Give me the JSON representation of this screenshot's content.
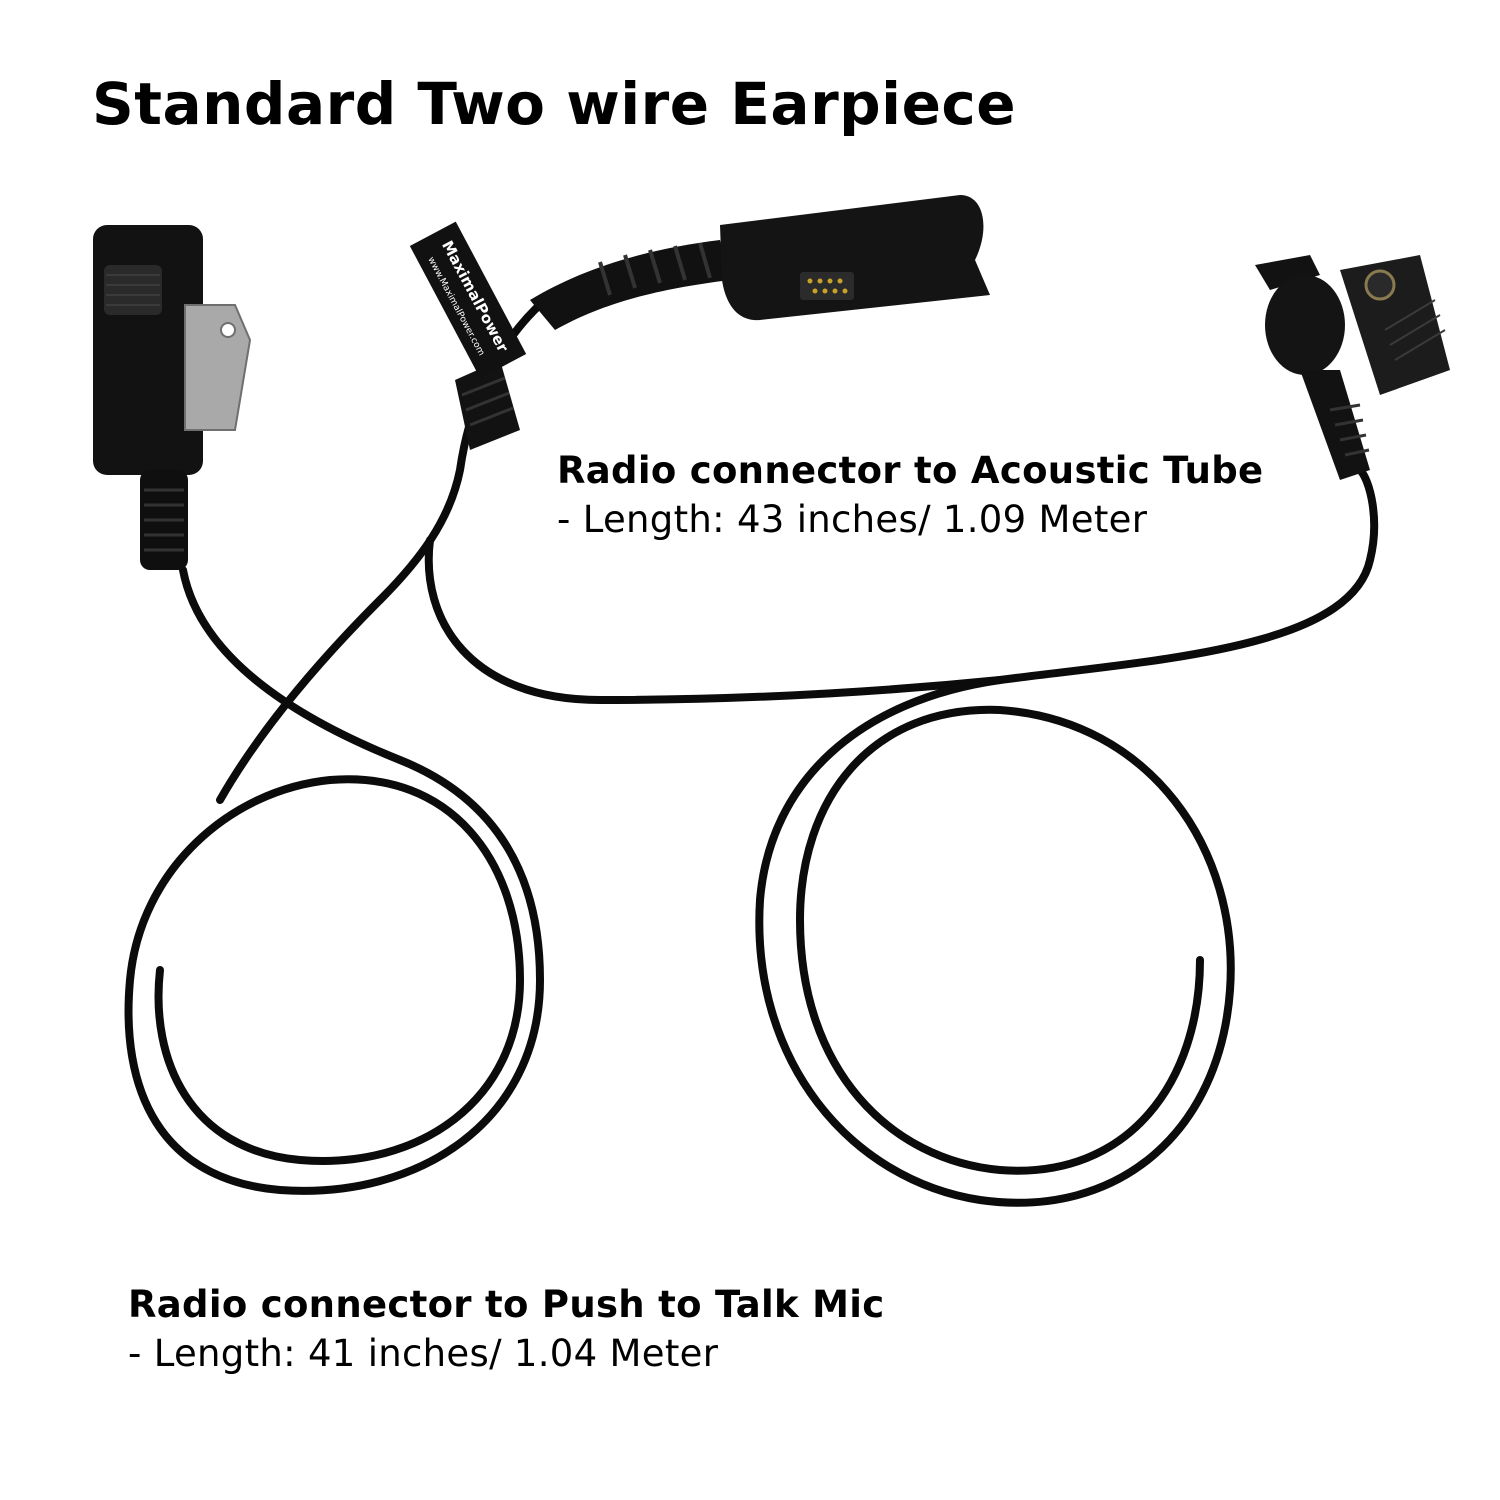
{
  "title": "Standard Two wire Earpiece",
  "callouts": {
    "acoustic_tube": {
      "heading": "Radio connector to Acoustic Tube",
      "detail": "- Length: 43 inches/ 1.09 Meter"
    },
    "push_to_talk": {
      "heading": "Radio connector to Push to Talk Mic",
      "detail": "- Length: 41 inches/ 1.04 Meter"
    }
  },
  "brand_label": {
    "brand": "MaximalPower",
    "website": "www.MaximalPower.com"
  },
  "colors": {
    "background": "#ffffff",
    "cable": "#0b0b0b",
    "clip_metal": "#a9a9a9",
    "connector_pins": "#c9a227"
  }
}
